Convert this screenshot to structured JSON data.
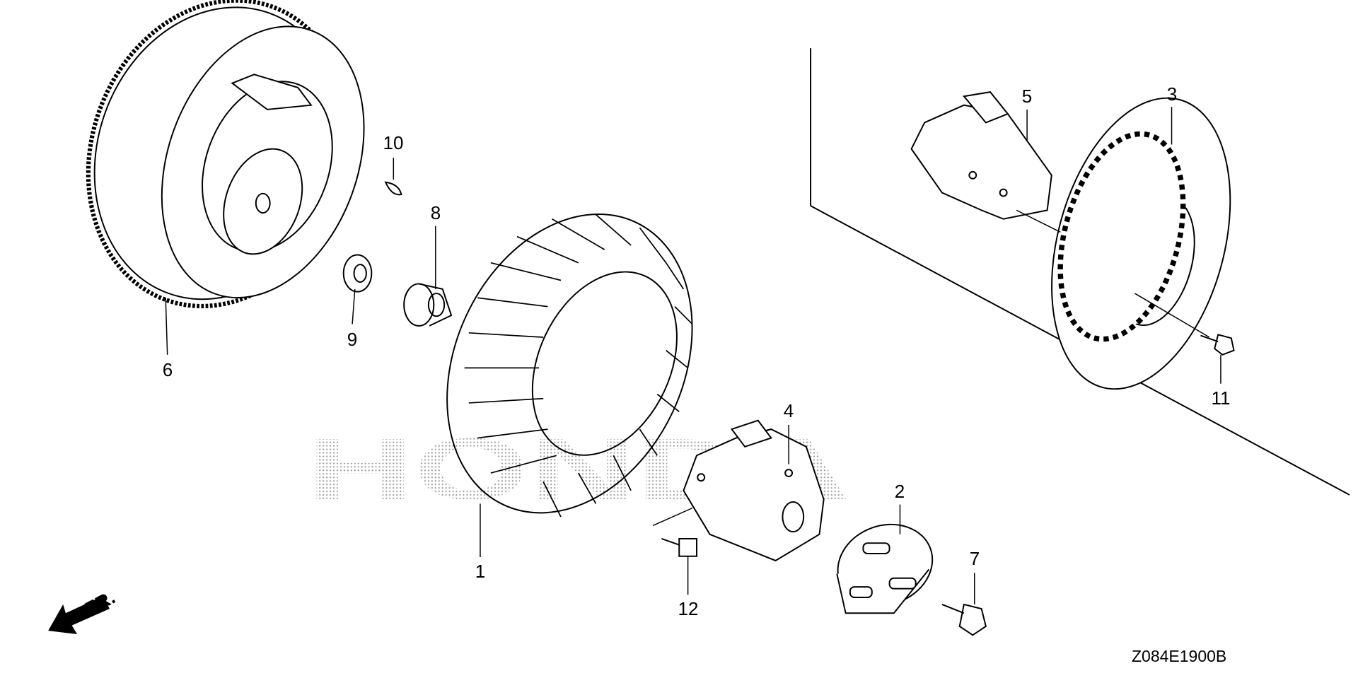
{
  "diagram_code": "Z084E1900B",
  "front_indicator": "FR.",
  "watermark": "HONDA",
  "callouts": {
    "c1": "1",
    "c2": "2",
    "c3": "3",
    "c4": "4",
    "c5": "5",
    "c6": "6",
    "c7": "7",
    "c8": "8",
    "c9": "9",
    "c10": "10",
    "c11": "11",
    "c12": "12"
  }
}
